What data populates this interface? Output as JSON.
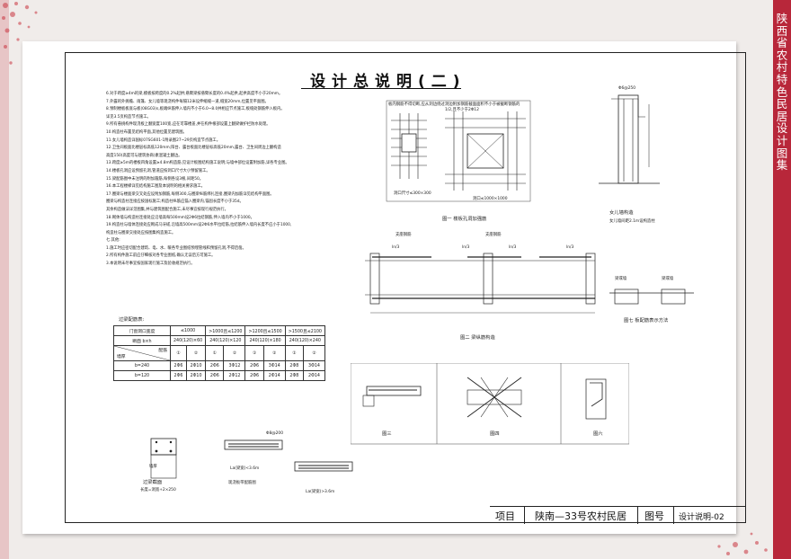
{
  "sidebar": {
    "text": "陕西省农村特色民居设计图集"
  },
  "page_title": "设计总说明(二)",
  "notes": [
    "6.对于跨度≥4m的梁,模板按跨度的0.2%起拱;悬臂梁按悬臂长度的0.4%起拱,起拱高度不小于20mm。",
    "7.外露的外挑檐、雨篷、女儿墙等现浇构件每隔12米设伸缩缝一道,缝宽20mm,位置见平面图。",
    "8.预制楼板板底与板(08G03)s,板端纵筋伸入墙内不小于6.0~8.0并相应节点施工,板缝处钢筋伸入板内。",
    "   详见3.5页构造节点施工。",
    "9.所有悬挑构件现浇板上翻宽度100宽,应在可靠楼盖,并在构件根部设置上翻梁做护栏防水处理。",
    "10.构造柱布置见结构平面,其他位置见建筑图。",
    "11.女儿墙构造详国标07SG601-1附录图27~29页构造节点施工。",
    "12.卫生间板面比楼层标高低120mm;阳台、露台板面比楼层标高低20mm,露台、卫生间周边上翻构造",
    "    高度150(高度可与建筑协商)素混凝土翻边。",
    "13.跨度≥5m的楼板四角设置≥4.8m构造筋,见设计板图结构施工说明;与墙中部位设置附加筋,详各专业图。",
    "14.楼板孔洞应设预留孔洞,管道应按洞口尺寸大小预留施工。",
    "15.梁配筋图中未注明的附加箍筋,每侧各设3根,间距50。",
    "16.本工程楼梯详见结构施工图及本说明的相关要求施工。",
    "17.圈梁与楼面梁交叉处应设附加钢筋,每侧300,与圈梁纵筋绑扎连接,圈梁内加筋详见结构平面图。",
    "    圈梁与构造柱连接应按国标施工;构造柱纵筋应锚入圈梁内,锚固长度不小于35d。",
    "    其余构造做法详见图集,并与建筑图配合施工,未尽事宜按现行规范执行。",
    "18.砌体墙与构造柱连接处应沿墙高每500mm设2Φ6拉结钢筋,伸入墙内不小于1000。",
    "19.构造柱与墙体连接处应砌成马牙槎,沿墙高500mm设2Φ6水平拉结筋,拉结筋伸入墙内长度不应小于1000,",
    "    构造柱与圈梁交接处应按图集构造施工。",
    "七.其他:",
    "1.施工时应密切配合建筑、电、水、暖各专业图纸预埋管线和预留孔洞,不得后凿。",
    "2.所有构件施工前应仔细核对各专业图纸,确认无误后方可施工。",
    "3.本说明未尽事宜按国家现行施工及验收规范执行。"
  ],
  "lintel_table": {
    "caption": "过梁配筋表:",
    "header_label": "门窗洞口宽度",
    "spans": [
      "≤1000",
      ">1000且≤1200",
      ">1200且≤1500",
      ">1500且≤2100"
    ],
    "section_label": "断面 b×h",
    "sections": [
      "240(120)×60",
      "240(120)×120",
      "240(120)×180",
      "240(120)×240"
    ],
    "rebar_label": "配筋",
    "wall_label": "墙厚",
    "positions": [
      "①",
      "②",
      "①",
      "②",
      "①",
      "②",
      "①",
      "②"
    ],
    "rows": [
      {
        "wall": "b=240",
        "values": [
          "2Φ6",
          "2Φ10",
          "2Φ6",
          "3Φ12",
          "2Φ6",
          "3Φ14",
          "2Φ8",
          "3Φ14"
        ]
      },
      {
        "wall": "b=120",
        "values": [
          "2Φ6",
          "2Φ10",
          "2Φ6",
          "2Φ12",
          "2Φ6",
          "2Φ14",
          "2Φ8",
          "2Φ14"
        ]
      }
    ]
  },
  "figures": {
    "fig1_caption": "图一 楼板孔洞加强筋",
    "fig1_note_a": "板内钢筋不得切断,应从洞边绕过",
    "fig1_note_b": "洞边附加钢筋截面面积不小于被截断钢筋的1/2,且不少于2Φ12",
    "fig1_dim_a": "洞口尺寸≤300×300",
    "fig1_dim_b": "洞口≤1000×1000",
    "parapet_caption": "女儿墙构造",
    "parapet_note": "女儿墙间距2.1m设构造柱",
    "parapet_rebar": "Φ6@250",
    "fig2_caption": "图二 梁纵筋构造",
    "fig2_support": "支座钢筋",
    "fig2_ln": "ln/3",
    "fig3_caption": "图七 板配筋表示方法",
    "fig3_beam_a": "梁或墙",
    "fig3_beam_b": "梁或墙",
    "fig_three": "图三",
    "fig_four": "图四",
    "fig_six": "图六",
    "lintel_section_caption": "过梁截面",
    "lintel_section_note": "长度=洞宽+2×250",
    "wall_thickness": "墙厚",
    "sec_a_caption": "现浇板带配筋图",
    "sec_a_dim": "La(梁宽)<3.6m",
    "sec_b_dim": "La(梁宽)>3.6m",
    "sec_rebar": "Φ8@200"
  },
  "title_block": {
    "project_label": "项目",
    "project_name": "陕南—33号农村民居",
    "drawing_no_label": "图号",
    "drawing_no": "设计说明-02"
  },
  "colors": {
    "sidebar": "#b8273a",
    "page_bg": "#f0ecea",
    "sheet": "#ffffff"
  }
}
